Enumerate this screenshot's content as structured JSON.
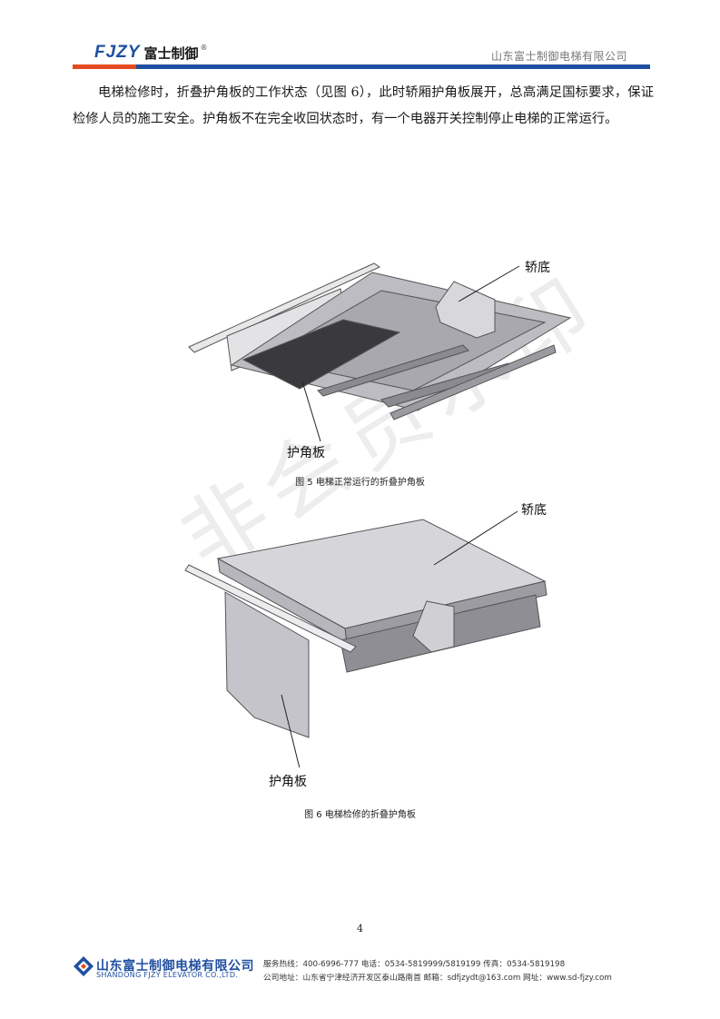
{
  "header": {
    "logo_latin": "FJZY",
    "logo_chinese": "富士制御",
    "logo_reg": "®",
    "company": "山东富士制御电梯有限公司"
  },
  "body": {
    "paragraph": "电梯检修时，折叠护角板的工作状态（见图 6），此时轿厢护角板展开，总高满足国标要求，保证检修人员的施工安全。护角板不在完全收回状态时，有一个电器开关控制停止电梯的正常运行。"
  },
  "figures": [
    {
      "callout_top": "轿底",
      "callout_bottom": "护角板",
      "caption": "图 5  电梯正常运行的折叠护角板"
    },
    {
      "callout_top": "轿底",
      "callout_bottom": "护角板",
      "caption": "图 6  电梯检修的折叠护角板"
    }
  ],
  "watermark": "非会员水印",
  "page_number": "4",
  "footer": {
    "company": "山东富士制御电梯有限公司",
    "company_en": "SHANDONG FJZY ELEVATOR CO.,LTD.",
    "line1": "服务热线：400-6996-777    电话：0534-5819999/5819199    传真：0534-5819198",
    "line2": "公司地址：山东省宁津经济开发区泰山路南首  邮箱：sdfjzydt@163.com   网址：www.sd-fjzy.com"
  },
  "colors": {
    "brand_blue": "#1f4fa0",
    "brand_red": "#e54a1f"
  }
}
